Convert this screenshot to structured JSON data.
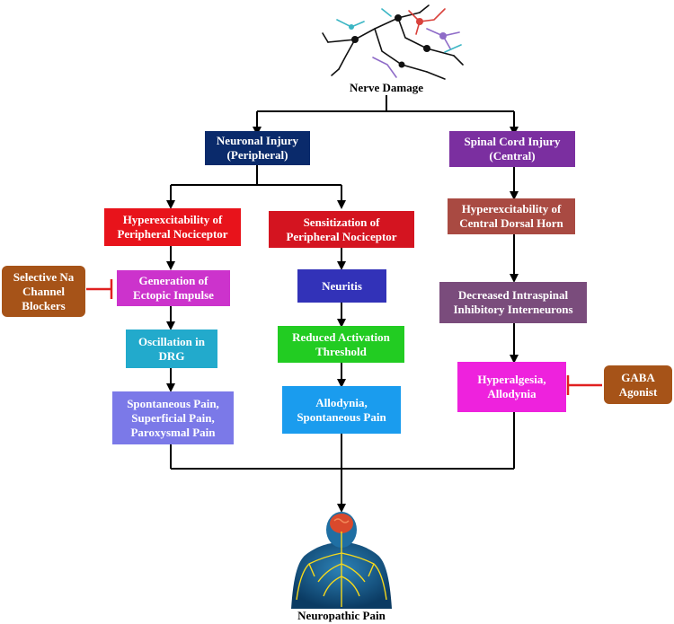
{
  "top": {
    "caption": "Nerve Damage"
  },
  "bottom": {
    "caption": "Neuropathic Pain"
  },
  "nodes": {
    "peripheral": "Neuronal Injury\n(Peripheral)",
    "central": "Spinal Cord Injury\n(Central)",
    "hyper_peripheral": "Hyperexcitability of\nPeripheral Nociceptor",
    "sens_peripheral": "Sensitization of\nPeripheral Nociceptor",
    "hyper_central": "Hyperexcitability of\nCentral Dorsal Horn",
    "ectopic": "Generation of\nEctopic Impulse",
    "neuritis": "Neuritis",
    "interneurons": "Decreased Intraspinal\nInhibitory Interneurons",
    "drg": "Oscillation in\nDRG",
    "activation": "Reduced Activation\nThreshold",
    "hyperalgesia": "Hyperalgesia,\nAllodynia",
    "spontaneous": "Spontaneous Pain,\nSuperficial Pain,\nParoxysmal Pain",
    "allodynia": "Allodynia,\nSpontaneous Pain"
  },
  "inhibitors": {
    "na_blockers": "Selective Na\nChannel\nBlockers",
    "gaba": "GABA\nAgonist"
  },
  "colors": {
    "peripheral": "#0a2a6b",
    "central": "#7b2fa0",
    "hyper_peripheral": "#e8131b",
    "sens_peripheral": "#d41420",
    "hyper_central": "#a94a42",
    "ectopic": "#cc33cc",
    "neuritis": "#3232b8",
    "interneurons": "#7a4c7c",
    "drg": "#22aacc",
    "activation": "#22cc22",
    "hyperalgesia": "#ee22dd",
    "spontaneous": "#7b79e8",
    "allodynia": "#1a9cee",
    "inhibitor": "#a65318",
    "inhibit_line": "#e02020"
  }
}
